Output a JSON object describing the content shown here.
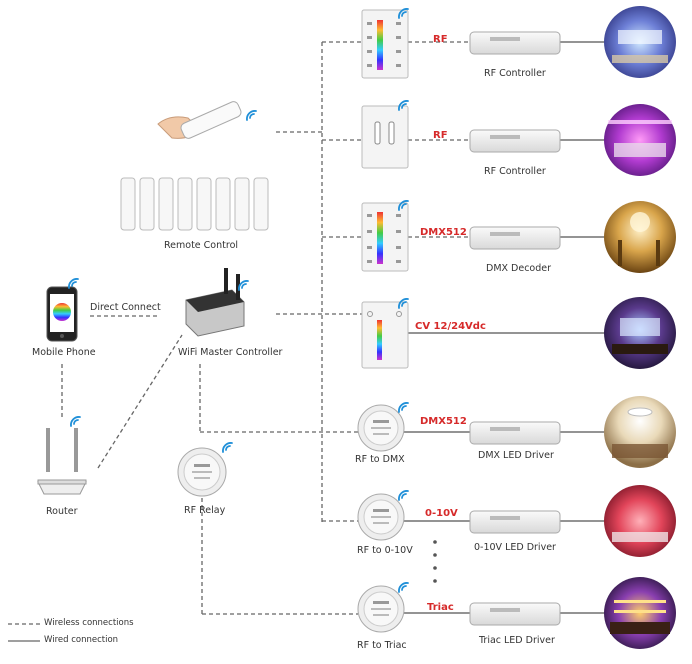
{
  "labels": {
    "remote_control": "Remote Control",
    "mobile_phone": "Mobile Phone",
    "direct_connect": "Direct Connect",
    "wifi_master": "WiFi Master Controller",
    "router": "Router",
    "rf_relay": "RF Relay",
    "rf_to_dmx": "RF to DMX",
    "rf_to_0_10v": "RF to 0-10V",
    "rf_to_triac": "RF to Triac"
  },
  "rows": [
    {
      "signal": "RF",
      "device": "RF Controller",
      "scene": "living-room"
    },
    {
      "signal": "RF",
      "device": "RF Controller",
      "scene": "bedroom"
    },
    {
      "signal": "DMX512",
      "device": "DMX Decoder",
      "scene": "lobby"
    },
    {
      "signal": "CV 12/24Vdc",
      "device": "",
      "scene": "theater"
    },
    {
      "signal": "DMX512",
      "device": "DMX LED Driver",
      "scene": "ceiling-room"
    },
    {
      "signal": "0-10V",
      "device": "0-10V LED Driver",
      "scene": "pink-room"
    },
    {
      "signal": "Triac",
      "device": "Triac LED Driver",
      "scene": "bar"
    }
  ],
  "legend": {
    "wireless": "Wireless connections",
    "wired": "Wired connection"
  },
  "colors": {
    "signal_red": "#d62a2a",
    "wifi_blue": "#1f8fd8",
    "line_gray": "#666666"
  }
}
